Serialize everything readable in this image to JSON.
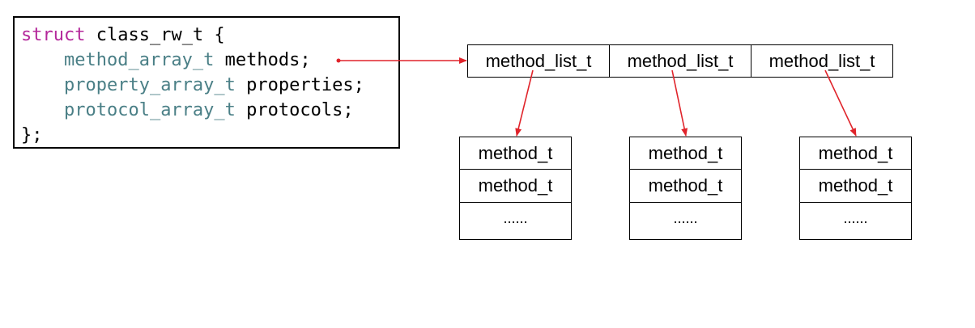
{
  "code": {
    "lines": [
      {
        "kw": "struct",
        "rest": " class_rw_t {"
      },
      {
        "indent": "    ",
        "type": "method_array_t",
        "rest": " methods;"
      },
      {
        "indent": "    ",
        "type": "property_array_t",
        "rest": " properties;"
      },
      {
        "indent": "    ",
        "type": "protocol_array_t",
        "rest": " protocols;"
      },
      {
        "rest": "};"
      }
    ]
  },
  "method_lists": [
    "method_list_t",
    "method_list_t",
    "method_list_t"
  ],
  "method_boxes": [
    {
      "rows": [
        "method_t",
        "method_t",
        "......"
      ]
    },
    {
      "rows": [
        "method_t",
        "method_t",
        "......"
      ]
    },
    {
      "rows": [
        "method_t",
        "method_t",
        "......"
      ]
    }
  ],
  "colors": {
    "keyword": "#b4289b",
    "type": "#4a7f86",
    "arrow": "#e0242b"
  }
}
